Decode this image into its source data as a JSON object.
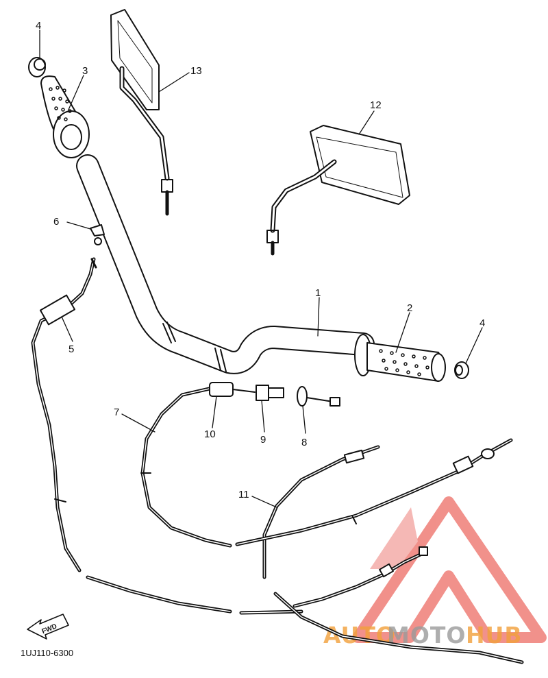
{
  "callouts": {
    "n1": "1",
    "n2": "2",
    "n3": "3",
    "n4a": "4",
    "n4b": "4",
    "n5": "5",
    "n6": "6",
    "n7": "7",
    "n8": "8",
    "n9": "9",
    "n10": "10",
    "n11": "11",
    "n12": "12",
    "n13": "13"
  },
  "fwd_label": "FWD",
  "part_code": "1UJ110-6300",
  "watermark": {
    "auto": "AUTO",
    "moto": "MOTO",
    "hub": "HUB",
    "colors": {
      "red": "#e8473e",
      "orange": "#f2a03a",
      "gray": "#8a8a8a"
    }
  }
}
